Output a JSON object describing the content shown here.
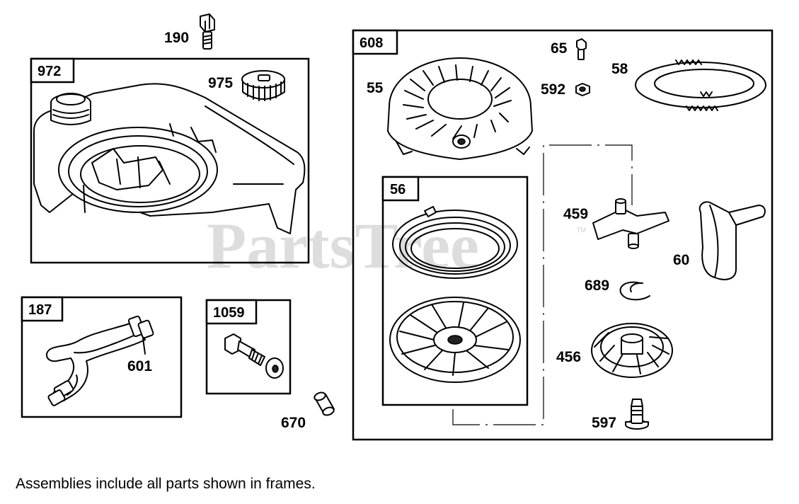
{
  "watermark": "PartsTree",
  "watermark_tm": "TM",
  "frames": {
    "blower_housing": "972",
    "fuel_line": "187",
    "screw_kit": "1059",
    "rewind_starter": "608",
    "spring_pulley": "56"
  },
  "callouts": {
    "screw_top": "190",
    "fuel_cap": "975",
    "clamp": "601",
    "spacer": "670",
    "screw": "65",
    "nut": "592",
    "housing": "55",
    "spring": "58",
    "pawl": "459",
    "handle": "60",
    "retainer": "689",
    "cup": "456",
    "bolt": "597"
  },
  "footer_note": "Assemblies include all parts shown in frames."
}
